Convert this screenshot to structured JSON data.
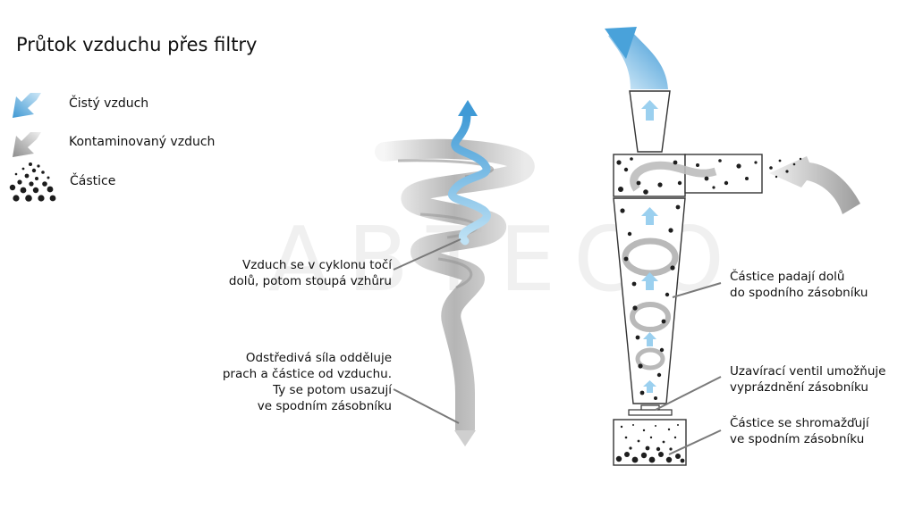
{
  "title": "Průtok vzduchu přes filtry",
  "legend": [
    {
      "label": "Čistý vzduch",
      "icon": "clean-air-arrow-icon",
      "color": "#4fa3d8"
    },
    {
      "label": "Kontaminovaný vzduch",
      "icon": "contaminated-air-arrow-icon",
      "color": "#9a9a9a"
    },
    {
      "label": "Částice",
      "icon": "particles-icon",
      "color": "#222222"
    }
  ],
  "callouts": {
    "swirl_line1": "Vzduch se v cyklonu točí",
    "swirl_line2": "dolů, potom stoupá vzhůru",
    "centrifugal_line1": "Odstředivá síla odděluje",
    "centrifugal_line2": "prach a částice od vzduchu.",
    "centrifugal_line3": "Ty se potom usazují",
    "centrifugal_line4": "ve spodním zásobníku",
    "fall_line1": "Částice padají dolů",
    "fall_line2": "do spodního zásobníku",
    "valve_line1": "Uzavírací ventil umožňuje",
    "valve_line2": "vyprázdnění zásobníku",
    "collect_line1": "Částice se shromažďují",
    "collect_line2": "ve spodním zásobníku"
  },
  "watermark": "ABTECO"
}
